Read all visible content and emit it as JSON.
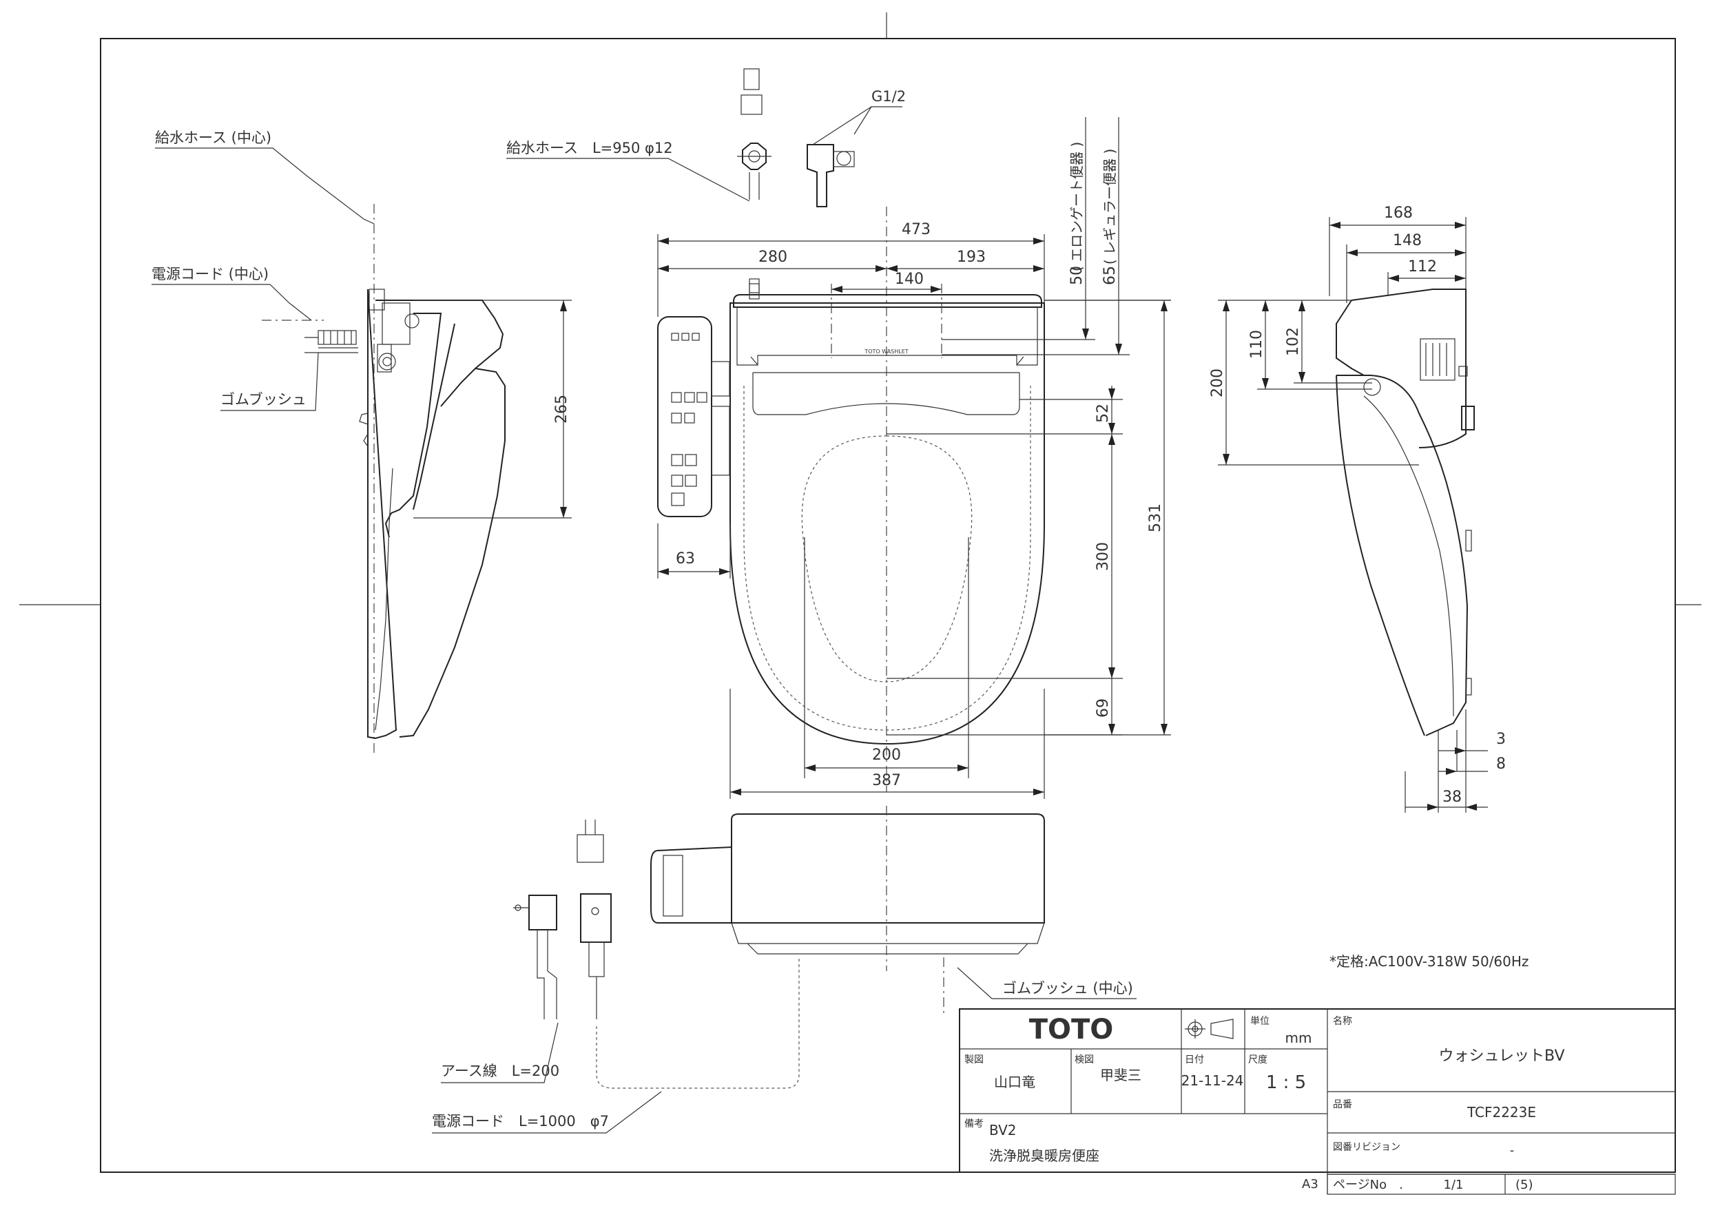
{
  "labels": {
    "supply_hose_center": "給水ホース (中心)",
    "supply_hose_spec": "給水ホース　L=950 φ12",
    "g_half": "G1/2",
    "power_cord_center": "電源コード (中心)",
    "rubber_bush": "ゴムブッシュ",
    "rubber_bush_center": "ゴムブッシュ (中心)",
    "elongated": "( エロンゲート便器 )",
    "regular": "( レギュラー便器 )",
    "earth_wire": "アース線　L=200",
    "power_cord_spec": "電源コード　L=1000　φ7",
    "rating": "*定格:AC100V-318W 50/60Hz",
    "paper_size": "A3"
  },
  "dimensions": {
    "d473": "473",
    "d280": "280",
    "d193": "193",
    "d140": "140",
    "d50": "50",
    "d65": "65",
    "d52": "52",
    "d300": "300",
    "d531": "531",
    "d69": "69",
    "d265": "265",
    "d63": "63",
    "d200w": "200",
    "d387": "387",
    "d168": "168",
    "d148": "148",
    "d112": "112",
    "d200h": "200",
    "d110": "110",
    "d102": "102",
    "d3": "3",
    "d8": "8",
    "d38": "38"
  },
  "title_block": {
    "brand": "TOTO",
    "unit_label": "単位",
    "unit": "mm",
    "name_label": "名称",
    "name": "ウォシュレットBV",
    "drafter_label": "製図",
    "drafter": "山口竜",
    "checker_label": "検図",
    "checker": "甲斐三",
    "date_label": "日付",
    "date": "21-11-24",
    "scale_label": "尺度",
    "scale": "1 : 5",
    "part_label": "品番",
    "part_no": "TCF2223E",
    "remarks_label": "備考",
    "remark1": "BV2",
    "remark2": "洗浄脱臭暖房便座",
    "revision_label": "図番リビジョン",
    "revision": "-",
    "page_label": "ページNo　.",
    "page": "1/1",
    "edition": "(5)"
  },
  "panel": {
    "logo": "TOTO WASHLET"
  }
}
